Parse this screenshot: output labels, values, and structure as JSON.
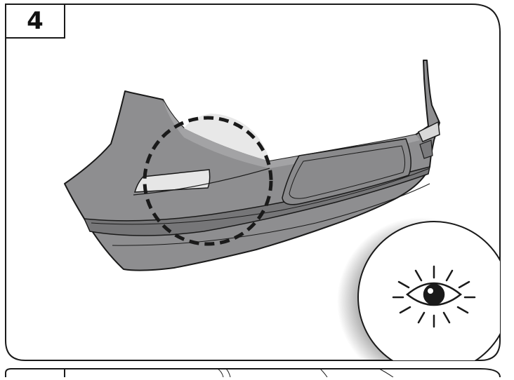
{
  "panel": {
    "step_number": "4"
  },
  "icons": {
    "main": "bumper-illustration",
    "inspect": "eye-icon",
    "highlight": "dashed-circle-highlight"
  },
  "colors": {
    "bumper": "#8e8e90",
    "bumper_dark": "#5e5e60",
    "highlight_fill": "#e8e8e8",
    "line": "#1a1a1a",
    "background": "#ffffff"
  }
}
